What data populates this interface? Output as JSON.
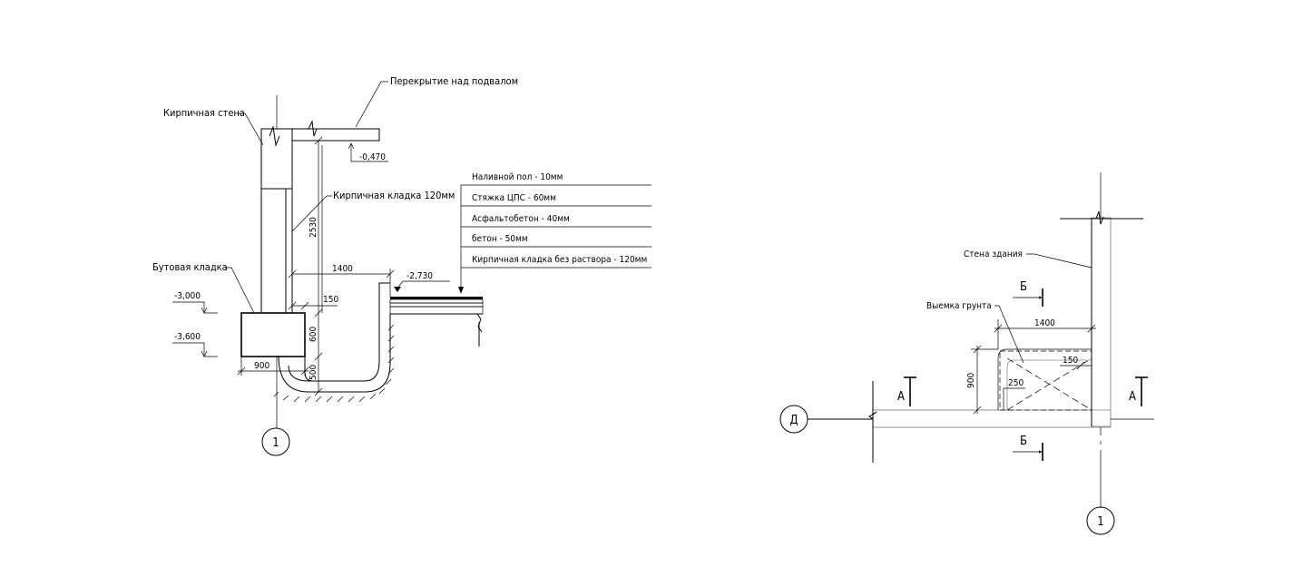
{
  "section_view": {
    "labels": {
      "slab": "Перекрытие над подвалом",
      "brick_wall": "Кирпичная стена",
      "brick_masonry": "Кирпичная кладка 120мм",
      "rubble_masonry": "Бутовая кладка"
    },
    "levels": {
      "slab": "-0,470",
      "floor": "-2,730",
      "footing_top": "-3,000",
      "footing_bottom": "-3,600"
    },
    "dimensions": {
      "height": "2530",
      "width": "1400",
      "offset": "150",
      "footing_height": "600",
      "pit_depth": "500",
      "footing_width": "900"
    },
    "floor_layers": [
      "Наливной пол - 10мм",
      "Стяжка ЦПС - 60мм",
      "Асфальтобетон - 40мм",
      "бетон - 50мм",
      "Кирпичная кладка без раствора - 120мм"
    ],
    "axis": "1"
  },
  "plan_view": {
    "labels": {
      "building_wall": "Стена здания",
      "excavation": "Выемка грунта"
    },
    "dimensions": {
      "width": "1400",
      "depth": "900",
      "offset": "150",
      "inner": "250"
    },
    "section_marks": {
      "a_left": "А",
      "a_right": "А",
      "b_top": "Б",
      "b_bottom": "Б"
    },
    "axis_vertical": "1",
    "axis_horizontal": "Д"
  }
}
